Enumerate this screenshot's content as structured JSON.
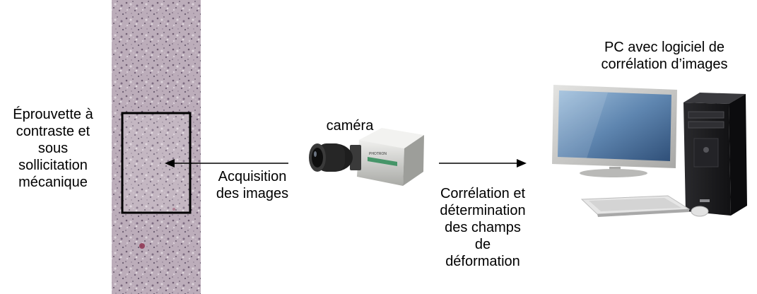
{
  "labels": {
    "specimen": "Éprouvette à\ncontraste et\nsous\nsollicitation\nmécanique",
    "acquisition": "Acquisition\ndes images",
    "camera": "caméra",
    "correlation": "Corrélation et\ndétermination\ndes champs\nde\ndéformation",
    "pc": "PC avec logiciel de\ncorrélation d’images"
  },
  "camera_brand": "PHOTRON",
  "colors": {
    "specimen_base": "#b8aab6",
    "speckle_dark": "#5a4a5e",
    "speckle_light": "#e8e2e6",
    "roi_border": "#000000",
    "arrow": "#000000",
    "camera_body": "#d9d9d6",
    "camera_lens": "#1e1e1e",
    "monitor_frame": "#c9c9c7",
    "screen": "#6a8fb5",
    "tower": "#1b1b1d",
    "keyboard": "#e6e6e6"
  },
  "icons": {
    "specimen": "speckle-specimen-image",
    "camera": "high-speed-camera-icon",
    "computer": "desktop-pc-icon"
  }
}
